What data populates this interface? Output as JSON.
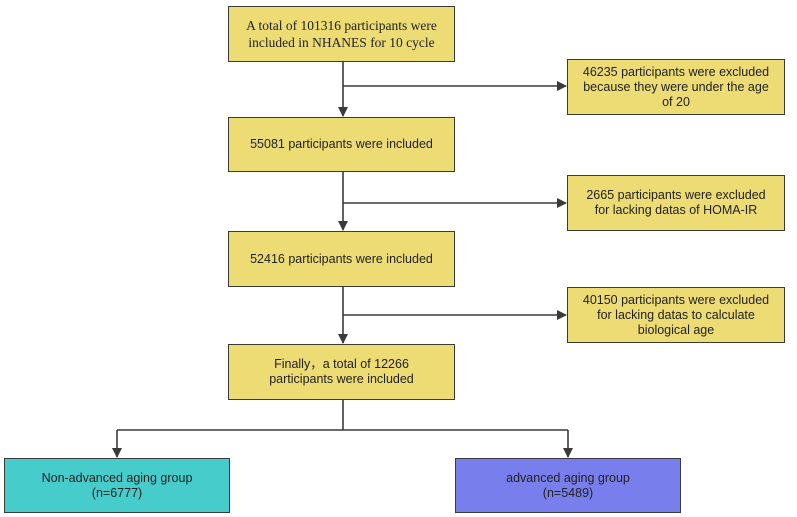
{
  "colors": {
    "main": "#eddb74",
    "excluded": "#eddb74",
    "non_advanced": "#47cccc",
    "advanced": "#787fec",
    "border": "#3a3a3a",
    "line": "#3a3a3a"
  },
  "nodes": {
    "start": {
      "lines": [
        "A total of 101316 participants were",
        "included in NHANES for 10 cycle"
      ]
    },
    "excl1": {
      "lines": [
        "46235 participants were excluded",
        "because they were under the age",
        "of 20"
      ]
    },
    "inc1": {
      "lines": [
        "55081 participants were included"
      ]
    },
    "excl2": {
      "lines": [
        "2665 participants were excluded",
        "for lacking datas of HOMA-IR"
      ]
    },
    "inc2": {
      "lines": [
        "52416 participants were included"
      ]
    },
    "excl3": {
      "lines": [
        "40150 participants were excluded",
        "for lacking datas to calculate",
        "biological age"
      ]
    },
    "final": {
      "lines": [
        "Finally，a total of 12266",
        "participants were included"
      ]
    },
    "non_advanced": {
      "lines": [
        "Non-advanced aging group",
        "(n=6777)"
      ]
    },
    "advanced": {
      "lines": [
        "advanced aging group",
        "(n=5489)"
      ]
    }
  }
}
